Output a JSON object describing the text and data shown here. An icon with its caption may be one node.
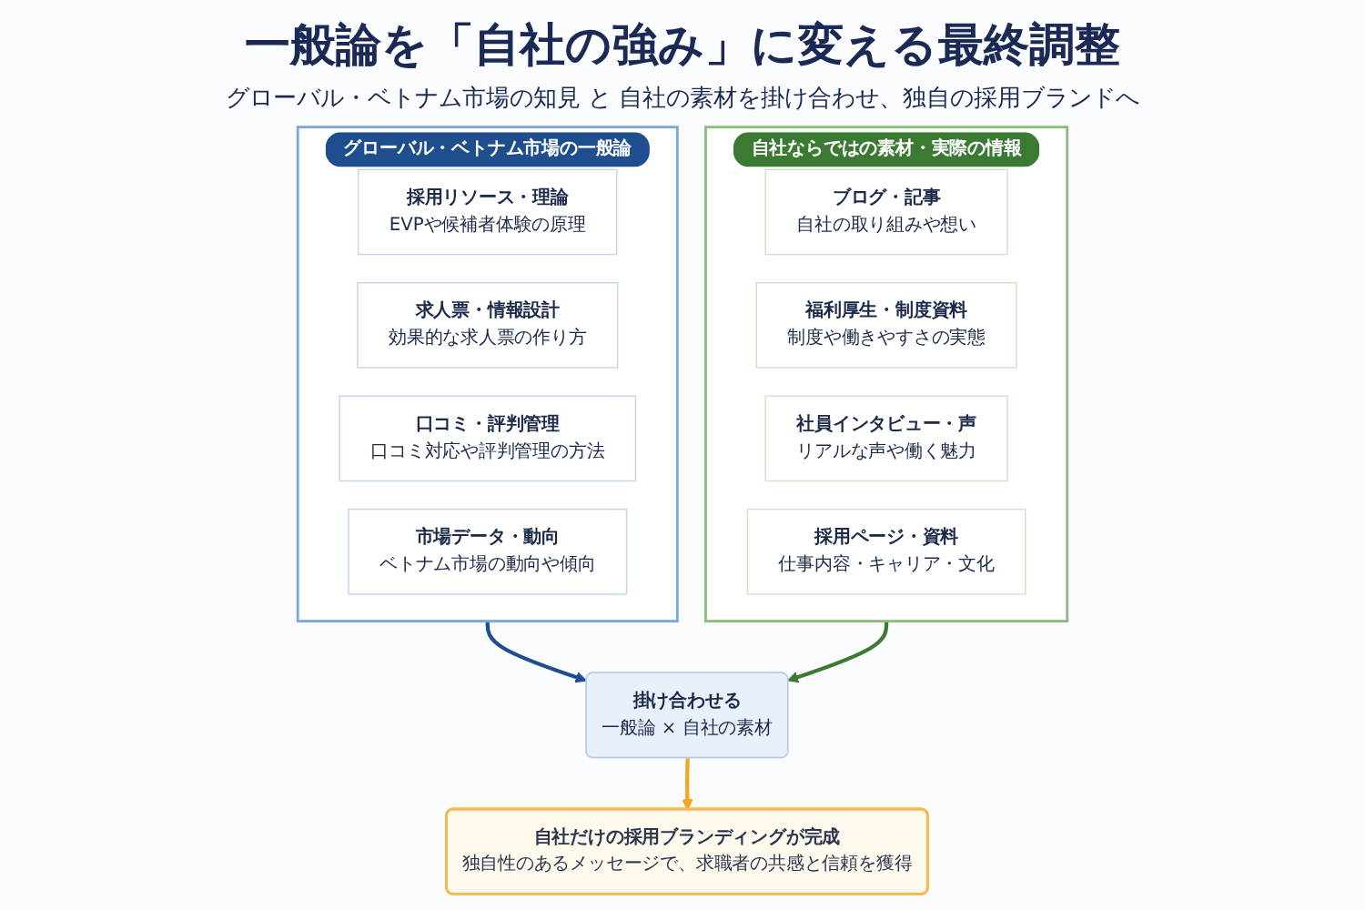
{
  "diagram": {
    "title": "一般論を「自社の強み」に変える最終調整",
    "nodes": [
      {
        "text": [
          "グローバル・ベトナム市場の一般論"
        ]
      },
      {
        "text": [
          "採用リソース・理論",
          "EVPや候補者体験の原理"
        ],
        "in": 0
      },
      {
        "text": [
          "求人票・情報設計",
          "効果的な求人票の作り方"
        ],
        "in": 0
      },
      {
        "text": [
          "口コミ・評判管理",
          "口コミ対応や評判管理の方法"
        ],
        "in": 0
      },
      {
        "text": [
          "市場データ・動向",
          "ベトナム市場の動向や傾向"
        ],
        "in": 0
      },
      {
        "text": [
          "掛け合わせる",
          "一般論 × 自社の素材"
        ]
      },
      {
        "text": [
          "自社ならではの素材・実際の情報"
        ]
      },
      {
        "text": [
          "ブログ・記事",
          "自社の取り組みや想い"
        ],
        "in": 6
      },
      {
        "text": [
          "福利厚生・制度資料",
          "制度や働きやすさの実態"
        ],
        "in": 6
      },
      {
        "text": [
          "社員インタビュー・声",
          "リアルな声や働く魅力"
        ],
        "in": 6
      },
      {
        "text": [
          "採用ページ・資料",
          "仕事内容・キャリア・文化"
        ],
        "in": 6
      },
      {
        "text": [
          "自社だけの採用ブランディングが完成",
          "独自性のあるメッセージで、求職者の共感と信頼を獲得"
        ]
      }
    ],
    "edges": [
      {
        "from": 0,
        "to": 5,
        "arrow": "to",
        "color": "#1f4e8f"
      },
      {
        "from": 6,
        "to": 5,
        "arrow": "to",
        "color": "#3b7a32"
      },
      {
        "from": 5,
        "to": 11,
        "arrow": "to",
        "color": "#f5a623"
      }
    ],
    "labels": [
      "グローバル・ベトナム市場の知見 と 自社の素材を掛け合わせ、独自の採用ブランドへ"
    ]
  }
}
